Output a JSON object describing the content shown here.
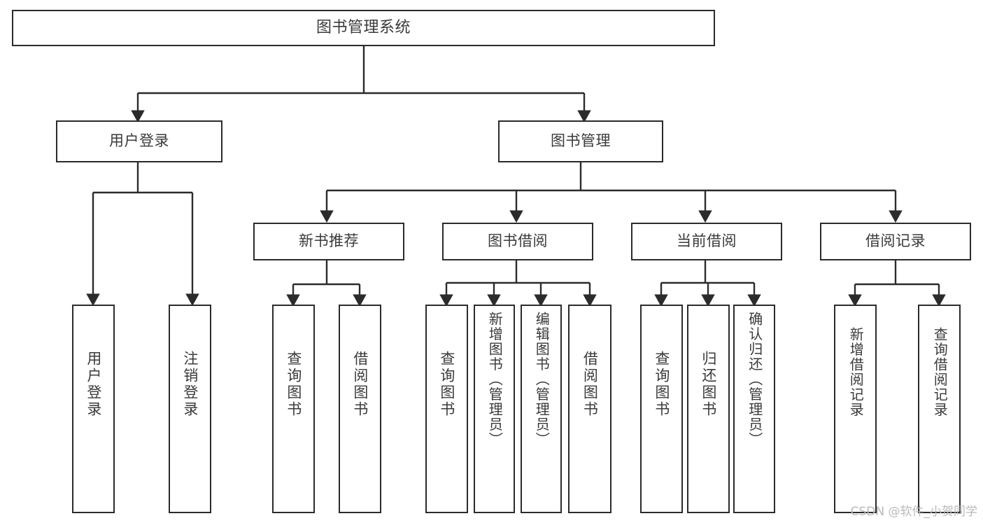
{
  "diagram": {
    "title": "图书管理系统",
    "type": "功能结构图",
    "watermark": "CSDN @软件_小贺同学",
    "colors": {
      "background": "#ffffff",
      "box_border": "#2b2b2b",
      "text": "#3a3a3a",
      "connector": "#2b2b2b",
      "watermark": "#b9b9b9"
    },
    "nodes": {
      "root": {
        "id": "root",
        "label": "图书管理系统",
        "level": 0
      },
      "level1": [
        {
          "id": "user-login",
          "label": "用户登录",
          "level": 1
        },
        {
          "id": "book-manage",
          "label": "图书管理",
          "level": 1
        }
      ],
      "level2": [
        {
          "id": "new-book-recommend",
          "label": "新书推荐",
          "level": 2,
          "parent": "book-manage"
        },
        {
          "id": "book-borrow",
          "label": "图书借阅",
          "level": 2,
          "parent": "book-manage"
        },
        {
          "id": "current-borrow",
          "label": "当前借阅",
          "level": 2,
          "parent": "book-manage"
        },
        {
          "id": "borrow-record",
          "label": "借阅记录",
          "level": 2,
          "parent": "book-manage"
        }
      ],
      "leaves": [
        {
          "id": "leaf-user-login",
          "label": "用户登录",
          "parent": "user-login"
        },
        {
          "id": "leaf-user-logout",
          "label": "注销登录",
          "parent": "user-login"
        },
        {
          "id": "leaf-query-book-1",
          "label": "查询图书",
          "parent": "new-book-recommend"
        },
        {
          "id": "leaf-borrow-book-1",
          "label": "借阅图书",
          "parent": "new-book-recommend"
        },
        {
          "id": "leaf-query-book-2",
          "label": "查询图书",
          "parent": "book-borrow"
        },
        {
          "id": "leaf-add-book",
          "label": "新增图书（管理员）",
          "parent": "book-borrow"
        },
        {
          "id": "leaf-edit-book",
          "label": "编辑图书（管理员）",
          "parent": "book-borrow"
        },
        {
          "id": "leaf-borrow-book-2",
          "label": "借阅图书",
          "parent": "book-borrow"
        },
        {
          "id": "leaf-query-book-3",
          "label": "查询图书",
          "parent": "current-borrow"
        },
        {
          "id": "leaf-return-book",
          "label": "归还图书",
          "parent": "current-borrow"
        },
        {
          "id": "leaf-confirm-return",
          "label": "确认归还（管理员）",
          "parent": "current-borrow"
        },
        {
          "id": "leaf-add-record",
          "label": "新增借阅记录",
          "parent": "borrow-record"
        },
        {
          "id": "leaf-query-record",
          "label": "查询借阅记录",
          "parent": "borrow-record"
        }
      ]
    }
  }
}
